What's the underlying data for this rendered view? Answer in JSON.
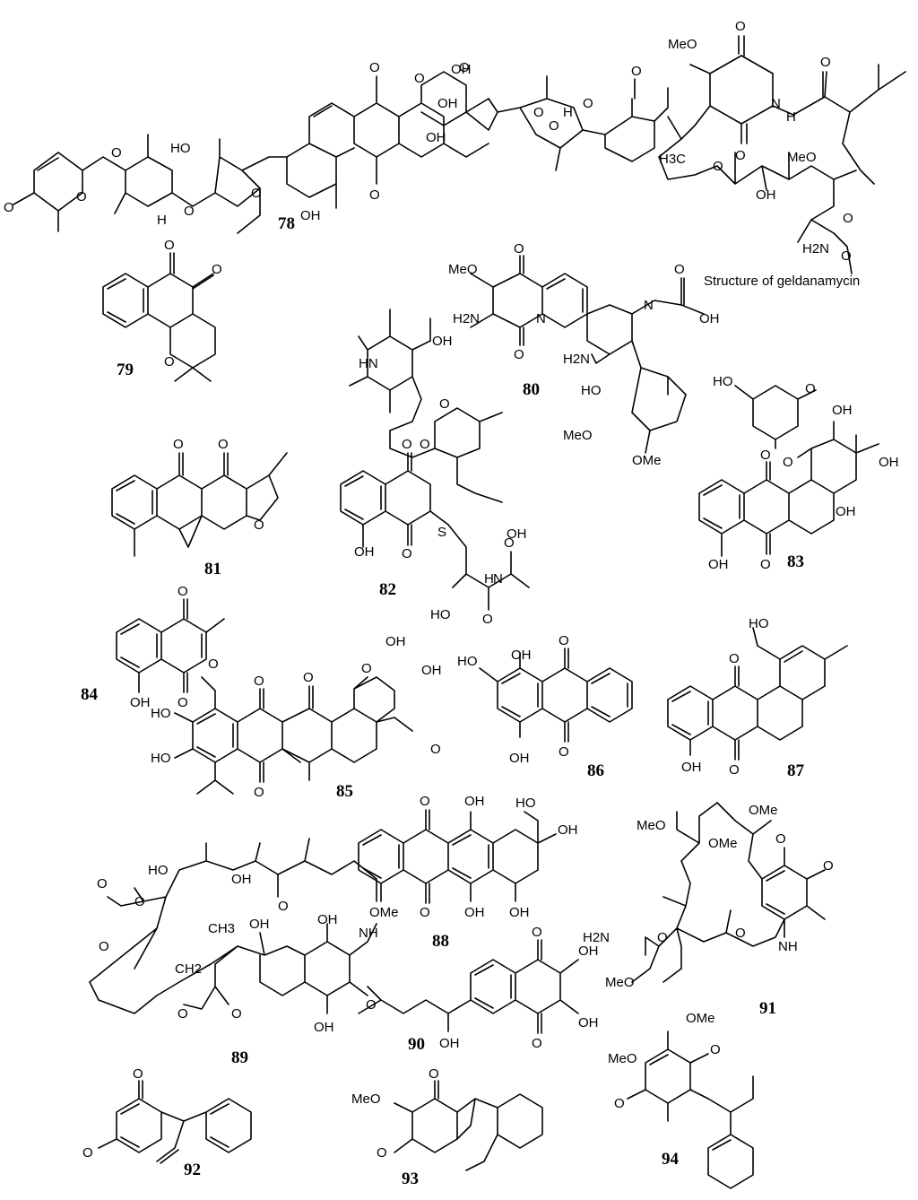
{
  "caption": "Structure of geldanamycin",
  "compounds": [
    {
      "id": "c78",
      "label": "78"
    },
    {
      "id": "c79",
      "label": "79"
    },
    {
      "id": "c80",
      "label": "80"
    },
    {
      "id": "c81",
      "label": "81"
    },
    {
      "id": "c82",
      "label": "82"
    },
    {
      "id": "c83",
      "label": "83"
    },
    {
      "id": "c84",
      "label": "84"
    },
    {
      "id": "c85",
      "label": "85"
    },
    {
      "id": "c86",
      "label": "86"
    },
    {
      "id": "c87",
      "label": "87"
    },
    {
      "id": "c88",
      "label": "88"
    },
    {
      "id": "c89",
      "label": "89"
    },
    {
      "id": "c90",
      "label": "90"
    },
    {
      "id": "c91",
      "label": "91"
    },
    {
      "id": "c92",
      "label": "92"
    },
    {
      "id": "c93",
      "label": "93"
    },
    {
      "id": "c94",
      "label": "94"
    }
  ],
  "atom_labels": {
    "O": "O",
    "OH": "OH",
    "HO": "HO",
    "H": "H",
    "S": "S",
    "N": "N",
    "NH": "NH",
    "HN": "HN",
    "H2N": "H2N",
    "MeO": "MeO",
    "OMe": "OMe",
    "H3C": "H3C",
    "CH3": "CH3",
    "CH2": "CH2"
  }
}
